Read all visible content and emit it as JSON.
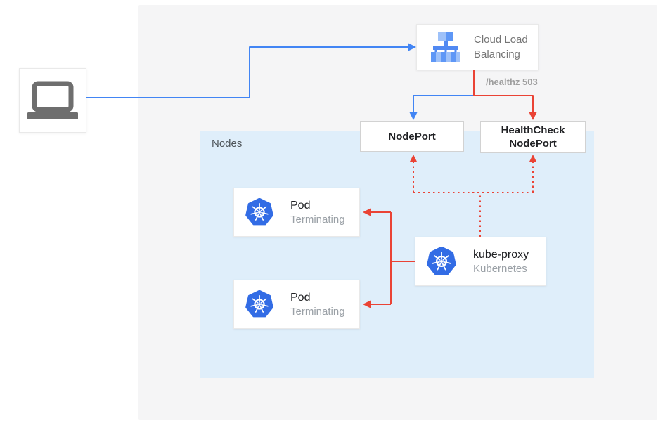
{
  "panels": {
    "nodes": {
      "label": "Nodes"
    }
  },
  "nodes": {
    "client": {
      "icon": "laptop-icon"
    },
    "cloud_load_balancing": {
      "icon": "cloud-load-balancing-icon",
      "label": "Cloud Load Balancing"
    },
    "node_port": {
      "label": "NodePort"
    },
    "health_check_node_port": {
      "label": "HealthCheck NodePort"
    },
    "pod_1": {
      "icon": "kubernetes-icon",
      "title": "Pod",
      "status": "Terminating"
    },
    "pod_2": {
      "icon": "kubernetes-icon",
      "title": "Pod",
      "status": "Terminating"
    },
    "kube_proxy": {
      "icon": "kubernetes-icon",
      "title": "kube-proxy",
      "subtitle": "Kubernetes"
    }
  },
  "edges": {
    "healthz_label": "/healthz 503"
  },
  "colors": {
    "blue_arrow": "#4285f4",
    "red_arrow": "#ea4335",
    "outer_panel_bg": "#f5f5f6",
    "nodes_panel_bg": "#dfeefa",
    "kubernetes_blue": "#326ce5",
    "gcp_icon_blue_light": "#9ec1f9",
    "gcp_icon_blue_mid": "#5e97f6",
    "gcp_icon_blue_stem": "#5189f2",
    "laptop_gray": "#6e6e6e",
    "healthz_text": "#9e9e9e"
  }
}
